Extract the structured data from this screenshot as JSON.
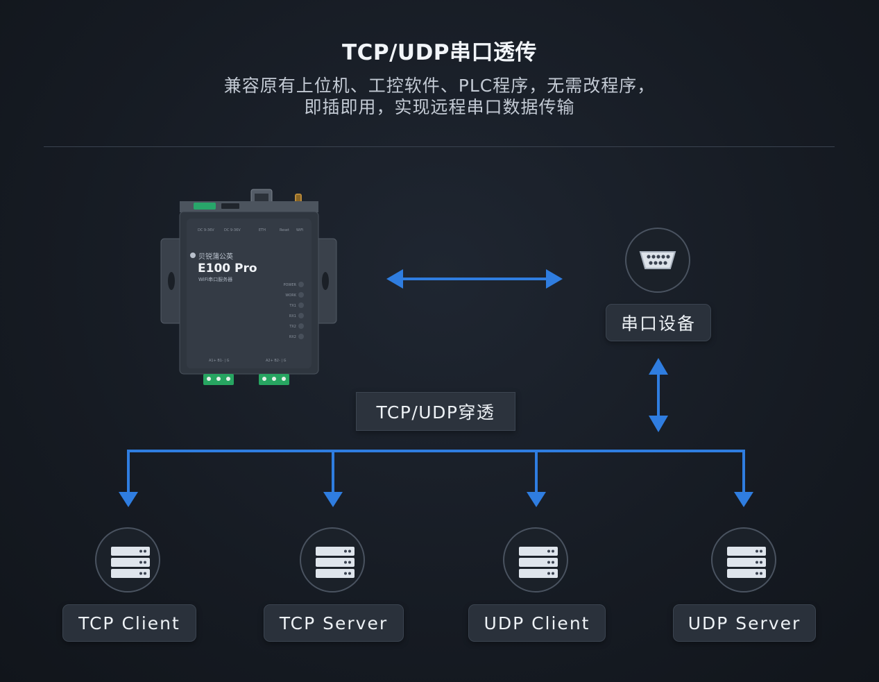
{
  "header": {
    "title": "TCP/UDP串口透传",
    "subtitle_line1": "兼容原有上位机、工控软件、PLC程序，无需改程序，",
    "subtitle_line2": "即插即用，实现远程串口数据传输"
  },
  "device": {
    "brand": "贝锐蒲公英",
    "model": "E100 Pro",
    "description": "WiFi串口服务器",
    "indicators": [
      "POWER",
      "WORK",
      "TX1",
      "RX1",
      "TX2",
      "RX2"
    ]
  },
  "serial_device": {
    "label": "串口设备",
    "icon": "serial-port-icon"
  },
  "link_label": "TCP/UDP穿透",
  "modes": [
    {
      "label": "TCP Client",
      "icon": "server-icon"
    },
    {
      "label": "TCP Server",
      "icon": "server-icon"
    },
    {
      "label": "UDP Client",
      "icon": "server-icon"
    },
    {
      "label": "UDP Server",
      "icon": "server-icon"
    }
  ],
  "colors": {
    "background": "#161b23",
    "arrow": "#2f7de0",
    "pill": "#2a313b",
    "text": "#eef2f6"
  }
}
